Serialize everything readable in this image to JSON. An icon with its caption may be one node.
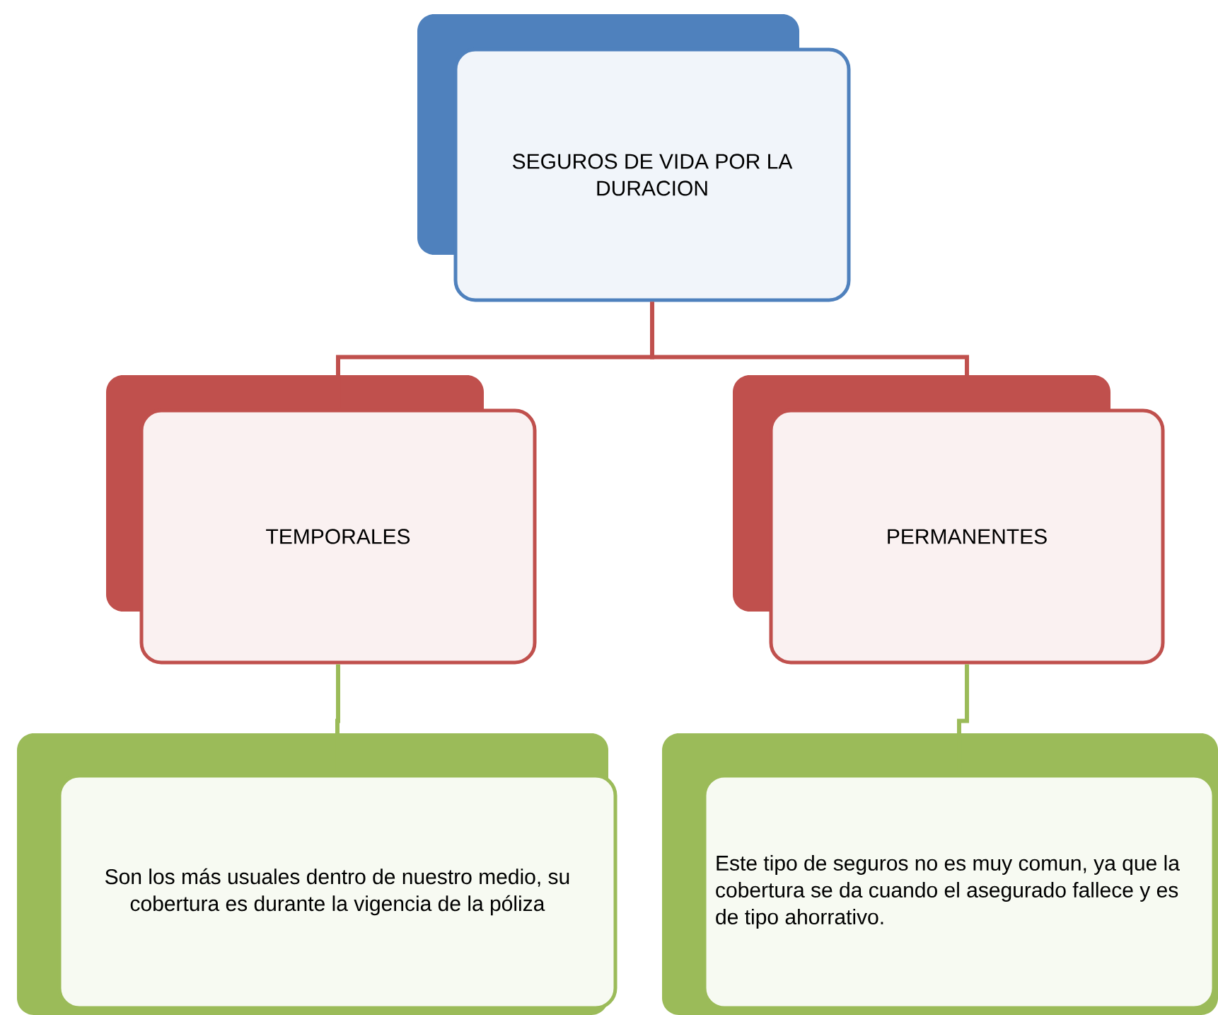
{
  "diagram": {
    "nodes": [
      {
        "text": [
          "SEGUROS DE VIDA POR LA DURACION"
        ]
      },
      {
        "text": [
          "TEMPORALES"
        ]
      },
      {
        "text": [
          "PERMANENTES"
        ]
      },
      {
        "text": [
          "Son los más usuales dentro de nuestro medio, su cobertura es durante la vigencia de la póliza"
        ]
      },
      {
        "text": [
          "Este tipo de seguros no es muy comun, ya que la cobertura se da cuando el asegurado fallece y es de tipo ahorrativo."
        ]
      }
    ],
    "edges": [
      {
        "from": 0,
        "to": 1,
        "arrow": "none",
        "color": "#c0504d"
      },
      {
        "from": 0,
        "to": 2,
        "arrow": "none",
        "color": "#c0504d"
      },
      {
        "from": 1,
        "to": 3,
        "arrow": "none",
        "color": "#9bbb59"
      },
      {
        "from": 2,
        "to": 4,
        "arrow": "none",
        "color": "#9bbb59"
      }
    ]
  }
}
